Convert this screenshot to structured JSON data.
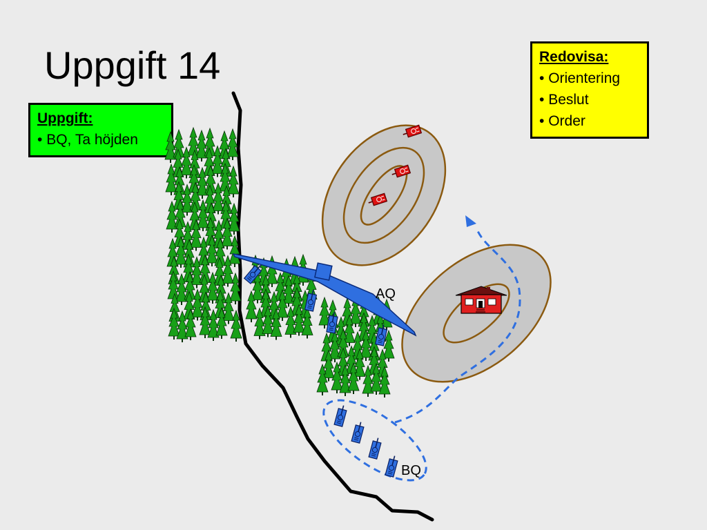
{
  "title": "Uppgift 14",
  "task": {
    "heading": "Uppgift:",
    "items": [
      "BQ, Ta höjden"
    ]
  },
  "report": {
    "heading": "Redovisa:",
    "items": [
      "Orientering",
      "Beslut",
      "Order"
    ]
  },
  "map": {
    "labels": {
      "aq": "AQ",
      "bq": "BQ"
    },
    "colors": {
      "background": "#ebebeb",
      "hill_fill": "#c8c8c8",
      "contour": "#8b5a10",
      "friendly": "#2f6fe0",
      "enemy": "#dd1111",
      "forest": "#18a018",
      "task_box": "#00ff00",
      "report_box": "#ffff00"
    },
    "icons": [
      "tree-icon",
      "friendly-tank-icon",
      "enemy-tank-icon",
      "house-icon",
      "bridge-icon"
    ]
  }
}
